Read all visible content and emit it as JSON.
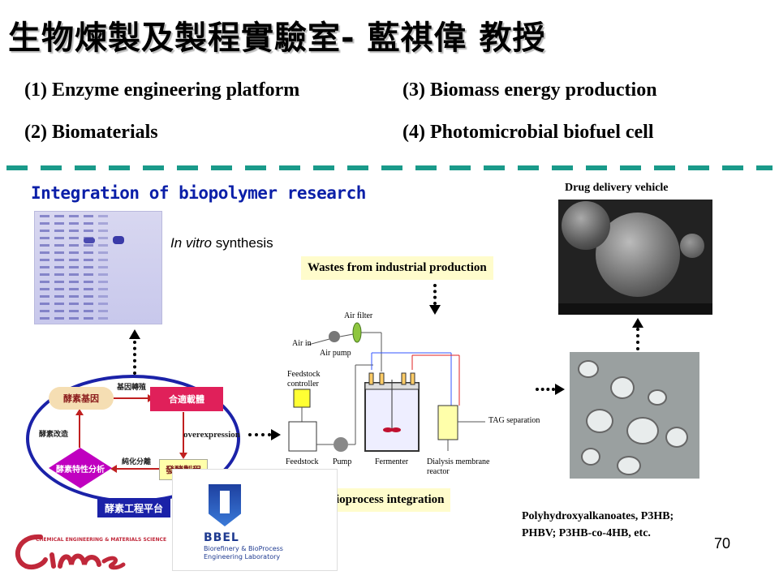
{
  "title": "生物煉製及製程實驗室- 藍祺偉 教授",
  "topics": [
    "(1) Enzyme engineering platform",
    "(2) Biomaterials",
    "(3) Biomass energy production",
    "(4) Photomicrobial biofuel cell"
  ],
  "section_heading": "Integration of biopolymer research",
  "in_vitro": {
    "italic": "In vitro",
    "rest": " synthesis"
  },
  "wastes_label": "Wastes from industrial production",
  "bioprocess_label": "Bioprocess integration",
  "drug_delivery": "Drug delivery vehicle",
  "pha_caption": {
    "line1": "Polyhydroxyalkanoates, P3HB;",
    "line2": "PHBV; P3HB-co-4HB, etc."
  },
  "page_number": "70",
  "enzyme_cycle": {
    "gene": "酵素基因",
    "host": "合適載體",
    "fermentation": "發酵製程",
    "characterization": "酵素特性分析",
    "gene_transfer": "基因轉殖",
    "overexpression": "overexpression",
    "purification": "純化分離",
    "modification": "酵素改造",
    "platform": "酵素工程平台"
  },
  "schematic": {
    "air_filter": "Air filter",
    "air_in": "Air in",
    "air_pump": "Air pump",
    "feedstock_controller": "Feedstock controller",
    "feedstock": "Feedstock",
    "pump": "Pump",
    "fermenter": "Fermenter",
    "dialysis": "Dialysis membrane reactor",
    "tag": "TAG separation"
  },
  "bbel": {
    "name": "BBEL",
    "sub1": "Biorefinery & BioProcess",
    "sub2": "Engineering Laboratory"
  },
  "cme_tagline": "CHEMICAL ENGINEERING & MATERIALS SCIENCE",
  "colors": {
    "divider": "#1a9a8a",
    "heading": "#0b1fa8",
    "ellipse": "#1b22a8"
  }
}
